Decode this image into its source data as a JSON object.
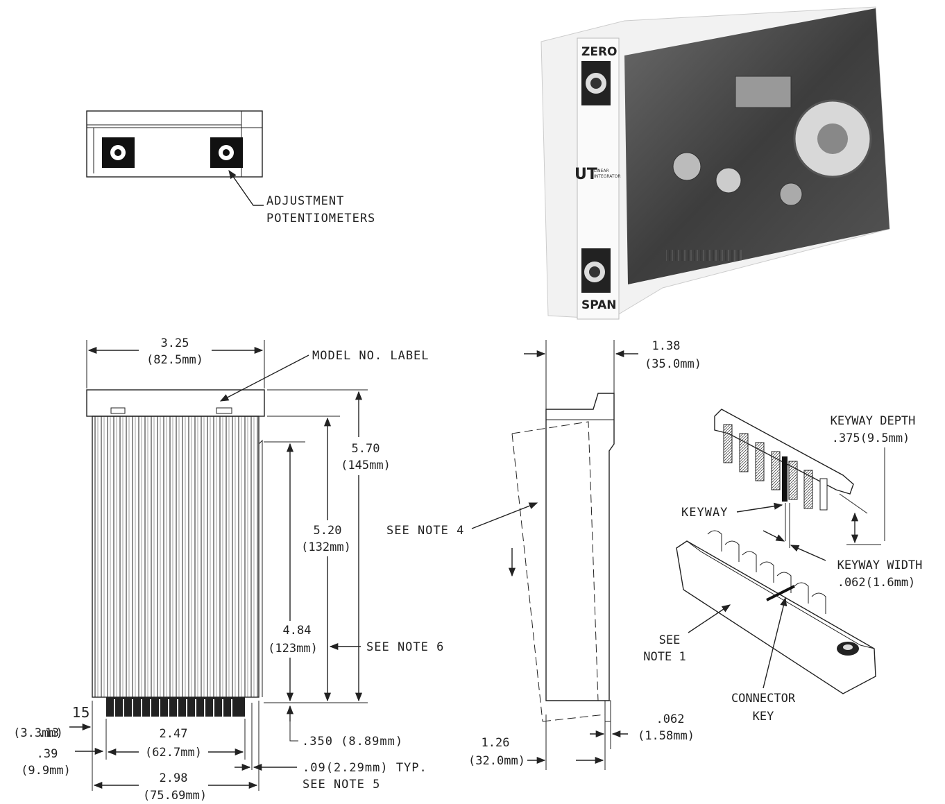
{
  "front_view": {
    "callout": [
      "ADJUSTMENT",
      "POTENTIOMETERS"
    ]
  },
  "photo": {
    "zero_label": "ZERO",
    "span_label": "SPAN",
    "logo_mark": "UT",
    "logo_text": [
      "LINEAR",
      "INTEGRATOR"
    ]
  },
  "side_view": {
    "width": {
      "value": "3.25",
      "metric": "(82.5mm)"
    },
    "model_label": "MODEL NO. LABEL",
    "height_total": {
      "value": "5.70",
      "metric": "(145mm)"
    },
    "height_body": {
      "value": "5.20",
      "metric": "(132mm)"
    },
    "height_inner": {
      "value": "4.84",
      "metric": "(123mm)"
    },
    "note6": "SEE NOTE 6",
    "offset_left": {
      "value": ".13",
      "metric": "(3.3mm)"
    },
    "pin_count": "15",
    "offset_left2": {
      "value": ".39",
      "metric": "(9.9mm)"
    },
    "pin_span": {
      "value": "2.47",
      "metric": "(62.7mm)"
    },
    "board_width": {
      "value": "2.98",
      "metric": "(75.69mm)"
    },
    "pin_length": ".350 (8.89mm)",
    "pin_pitch": ".09(2.29mm) TYP.",
    "note5": "SEE NOTE 5"
  },
  "edge_view": {
    "depth": {
      "value": "1.38",
      "metric": "(35.0mm)"
    },
    "note4": "SEE NOTE 4",
    "board_depth": {
      "value": "1.26",
      "metric": "(32.0mm)"
    },
    "board_thickness": {
      "value": ".062",
      "metric": "(1.58mm)"
    }
  },
  "connector_view": {
    "keyway_depth": [
      "KEYWAY DEPTH",
      ".375(9.5mm)"
    ],
    "keyway": "KEYWAY",
    "keyway_width": [
      "KEYWAY WIDTH",
      ".062(1.6mm)"
    ],
    "note1": [
      "SEE",
      "NOTE 1"
    ],
    "connector_key": [
      "CONNECTOR",
      "KEY"
    ]
  }
}
